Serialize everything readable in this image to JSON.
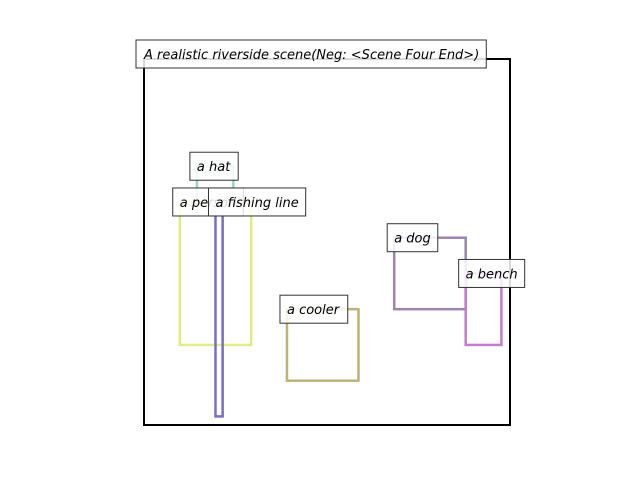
{
  "title": "A realistic riverside scene(Neg: <Scene Four End>)",
  "colors": {
    "frame": "#000000",
    "label_border": "#333333",
    "background": "#ffffff"
  },
  "chart_data": {
    "type": "diagram",
    "xlim": [
      0,
      512
    ],
    "ylim": [
      0,
      512
    ],
    "boxes": [
      {
        "label": "a hat",
        "color": "#9fd4c0",
        "x0": 74,
        "y0": 150,
        "x1": 125,
        "y1": 200
      },
      {
        "label": "a person",
        "color": "#e0ec88",
        "x0": 50,
        "y0": 200,
        "x1": 150,
        "y1": 400
      },
      {
        "label": "a fishing line",
        "color": "#7b6cc8",
        "x0": 100,
        "y0": 200,
        "x1": 110,
        "y1": 500
      },
      {
        "label": "a dog",
        "color": "#9b87ad",
        "x0": 350,
        "y0": 250,
        "x1": 450,
        "y1": 350
      },
      {
        "label": "a bench",
        "color": "#c47ccc",
        "x0": 450,
        "y0": 300,
        "x1": 500,
        "y1": 400
      },
      {
        "label": "a cooler",
        "color": "#bcb278",
        "x0": 200,
        "y0": 350,
        "x1": 300,
        "y1": 450
      }
    ]
  }
}
